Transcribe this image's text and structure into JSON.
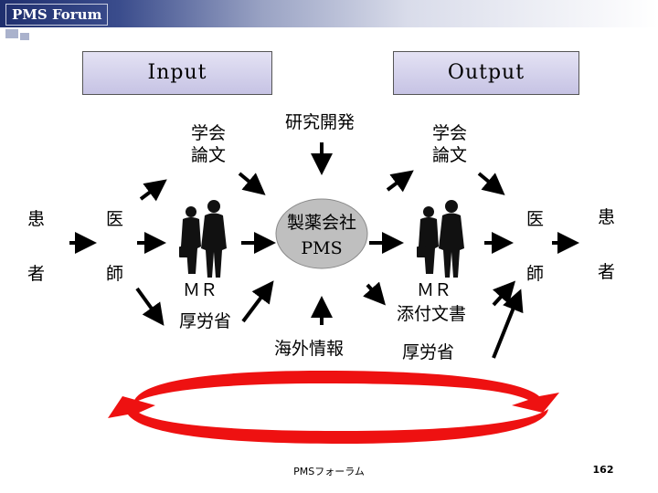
{
  "brand": "PMS Forum",
  "boxes": {
    "input": "Input",
    "output": "Output"
  },
  "labels": {
    "research": "研究開発",
    "left_papers": "学会\n論文",
    "right_papers": "学会\n論文",
    "center_company": "製薬会社",
    "center_pms": "PMS",
    "left_patient_1": "患",
    "left_patient_2": "者",
    "left_doctor_1": "医",
    "left_doctor_2": "師",
    "right_doctor_1": "医",
    "right_doctor_2": "師",
    "right_patient_1": "患",
    "right_patient_2": "者",
    "left_mr": "ＭＲ",
    "left_mhlw": "厚労省",
    "right_mr": "ＭＲ",
    "right_package_insert": "添付文書",
    "overseas_info": "海外情報",
    "right_mhlw": "厚労省"
  },
  "colors": {
    "cycle_arrow": "#ee1111",
    "header_dark": "#1f2f6e",
    "box_fill": "#d4d1ec"
  },
  "footer": {
    "text": "PMSフォーラム",
    "page": "162"
  }
}
